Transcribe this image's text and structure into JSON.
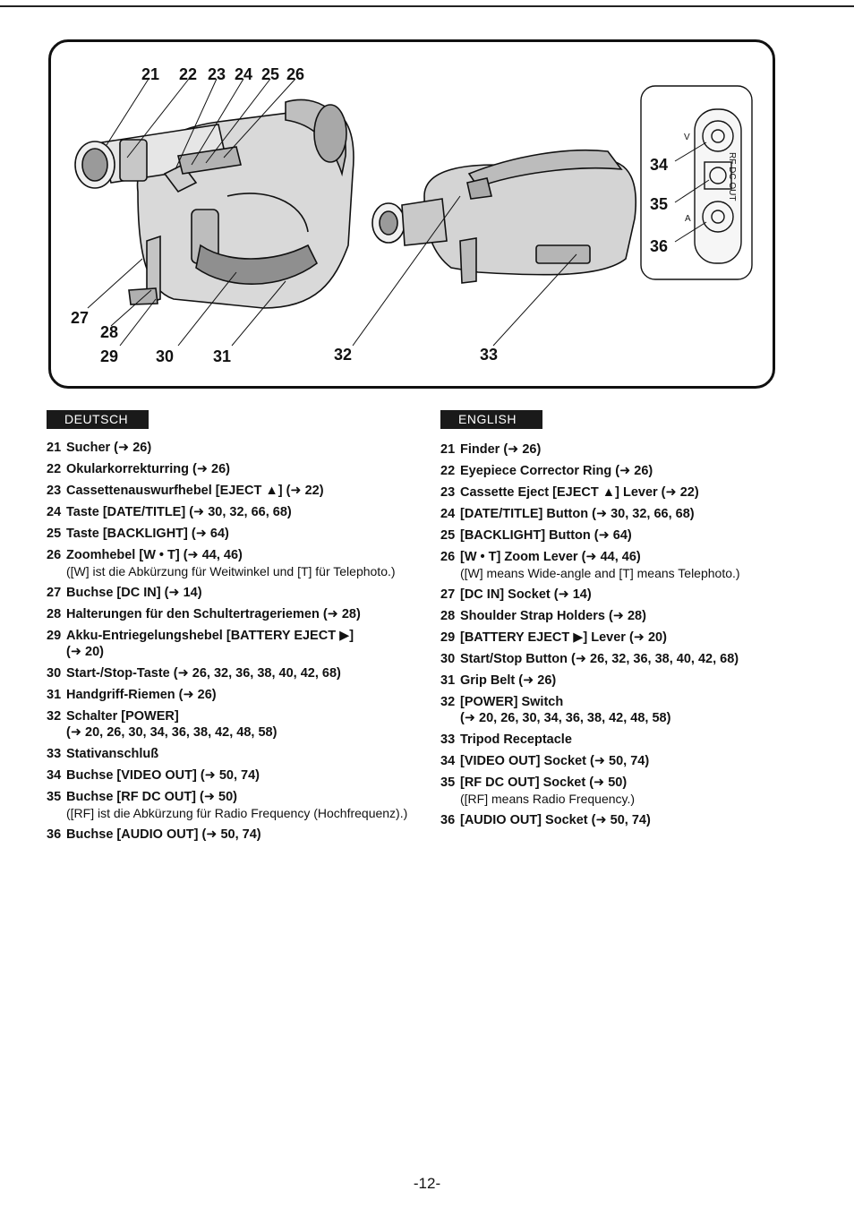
{
  "figure": {
    "callouts": {
      "c21": "21",
      "c22": "22",
      "c23": "23",
      "c24": "24",
      "c25": "25",
      "c26": "26",
      "c27": "27",
      "c28": "28",
      "c29": "29",
      "c30": "30",
      "c31": "31",
      "c32": "32",
      "c33": "33",
      "c34": "34",
      "c35": "35",
      "c36": "36"
    },
    "panel_labels": {
      "v": "V",
      "a": "A",
      "rf": "RF DC OUT"
    }
  },
  "deutsch": {
    "header": "DEUTSCH",
    "items": [
      {
        "num": "21",
        "text": "Sucher (➜ 26)",
        "sub": "",
        "note": ""
      },
      {
        "num": "22",
        "text": "Okularkorrekturring (➜ 26)",
        "sub": "",
        "note": ""
      },
      {
        "num": "23",
        "text": "Cassettenauswurfhebel [EJECT ▲] (➜ 22)",
        "sub": "",
        "note": ""
      },
      {
        "num": "24",
        "text": "Taste [DATE/TITLE] (➜ 30, 32, 66, 68)",
        "sub": "",
        "note": ""
      },
      {
        "num": "25",
        "text": "Taste [BACKLIGHT] (➜ 64)",
        "sub": "",
        "note": ""
      },
      {
        "num": "26",
        "text": "Zoomhebel [W • T] (➜ 44, 46)",
        "sub": "",
        "note": "([W] ist die Abkürzung für Weitwinkel und [T] für Telephoto.)"
      },
      {
        "num": "27",
        "text": "Buchse [DC IN] (➜ 14)",
        "sub": "",
        "note": ""
      },
      {
        "num": "28",
        "text": "Halterungen für den Schultertrageriemen (➜ 28)",
        "sub": "",
        "note": ""
      },
      {
        "num": "29",
        "text": "Akku-Entriegelungshebel [BATTERY EJECT ▶]",
        "sub": "(➜ 20)",
        "note": ""
      },
      {
        "num": "30",
        "text": "Start-/Stop-Taste (➜ 26, 32, 36, 38, 40, 42, 68)",
        "sub": "",
        "note": ""
      },
      {
        "num": "31",
        "text": "Handgriff-Riemen (➜ 26)",
        "sub": "",
        "note": ""
      },
      {
        "num": "32",
        "text": "Schalter [POWER]",
        "sub": "(➜ 20, 26, 30, 34, 36, 38, 42, 48, 58)",
        "note": ""
      },
      {
        "num": "33",
        "text": "Stativanschluß",
        "sub": "",
        "note": ""
      },
      {
        "num": "34",
        "text": "Buchse [VIDEO OUT] (➜ 50, 74)",
        "sub": "",
        "note": ""
      },
      {
        "num": "35",
        "text": "Buchse [RF DC OUT] (➜ 50)",
        "sub": "",
        "note": "([RF] ist die Abkürzung für Radio Frequency (Hochfrequenz).)"
      },
      {
        "num": "36",
        "text": "Buchse [AUDIO OUT] (➜ 50, 74)",
        "sub": "",
        "note": ""
      }
    ]
  },
  "english": {
    "header": "ENGLISH",
    "items": [
      {
        "num": "21",
        "text": "Finder (➜ 26)",
        "sub": "",
        "note": ""
      },
      {
        "num": "22",
        "text": "Eyepiece Corrector Ring (➜ 26)",
        "sub": "",
        "note": ""
      },
      {
        "num": "23",
        "text": "Cassette Eject [EJECT ▲] Lever (➜ 22)",
        "sub": "",
        "note": ""
      },
      {
        "num": "24",
        "text": "[DATE/TITLE] Button (➜ 30, 32, 66, 68)",
        "sub": "",
        "note": ""
      },
      {
        "num": "25",
        "text": "[BACKLIGHT] Button (➜ 64)",
        "sub": "",
        "note": ""
      },
      {
        "num": "26",
        "text": "[W • T] Zoom Lever (➜ 44, 46)",
        "sub": "",
        "note": "([W] means Wide-angle and [T] means Telephoto.)"
      },
      {
        "num": "27",
        "text": "[DC IN] Socket (➜ 14)",
        "sub": "",
        "note": ""
      },
      {
        "num": "28",
        "text": "Shoulder Strap Holders (➜ 28)",
        "sub": "",
        "note": ""
      },
      {
        "num": "29",
        "text": "[BATTERY EJECT ▶] Lever (➜ 20)",
        "sub": "",
        "note": ""
      },
      {
        "num": "30",
        "text": "Start/Stop Button (➜ 26, 32, 36, 38, 40, 42, 68)",
        "sub": "",
        "note": ""
      },
      {
        "num": "31",
        "text": "Grip Belt (➜ 26)",
        "sub": "",
        "note": ""
      },
      {
        "num": "32",
        "text": "[POWER] Switch",
        "sub": "(➜ 20, 26, 30, 34, 36, 38, 42, 48, 58)",
        "note": ""
      },
      {
        "num": "33",
        "text": "Tripod Receptacle",
        "sub": "",
        "note": ""
      },
      {
        "num": "34",
        "text": "[VIDEO OUT] Socket (➜ 50, 74)",
        "sub": "",
        "note": ""
      },
      {
        "num": "35",
        "text": "[RF DC OUT] Socket (➜ 50)",
        "sub": "",
        "note": "([RF] means Radio Frequency.)"
      },
      {
        "num": "36",
        "text": "[AUDIO OUT] Socket (➜ 50, 74)",
        "sub": "",
        "note": ""
      }
    ]
  },
  "page_number": "-12-"
}
